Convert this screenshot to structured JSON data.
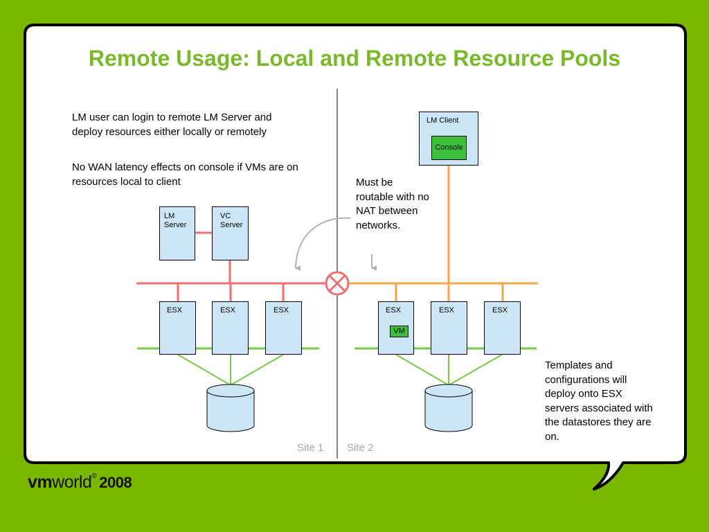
{
  "slide": {
    "title": "Remote Usage: Local and Remote Resource Pools",
    "intro_paragraphs": [
      "LM user can login to remote LM Server and deploy resources either locally or remotely",
      "No WAN latency effects on console if VMs are on resources local to client"
    ],
    "routable_note": "Must be routable with no NAT between networks.",
    "templates_note": "Templates and configurations will deploy onto ESX servers associated with the datastores they are on.",
    "site_labels": [
      "Site 1",
      "Site 2"
    ]
  },
  "diagram": {
    "lm_server_label": "LM Server",
    "vc_server_label": "VC Server",
    "lm_client_label": "LM Client",
    "console_label": "Console",
    "vm_label": "VM",
    "esx_label": "ESX",
    "colors": {
      "site1_network": "#f26d6d",
      "site2_network": "#f4a64a",
      "storage_network": "#77c94a",
      "server_fill": "#cce6f7",
      "accent_green": "#3dbf3d",
      "arrow_gray": "#b3b3b3"
    }
  },
  "branding": {
    "logo_vm": "vm",
    "logo_world": "world",
    "logo_year": "2008"
  },
  "colors": {
    "background": "#7ab800",
    "title": "#7ab82c",
    "site_label": "#a6a6a6"
  }
}
